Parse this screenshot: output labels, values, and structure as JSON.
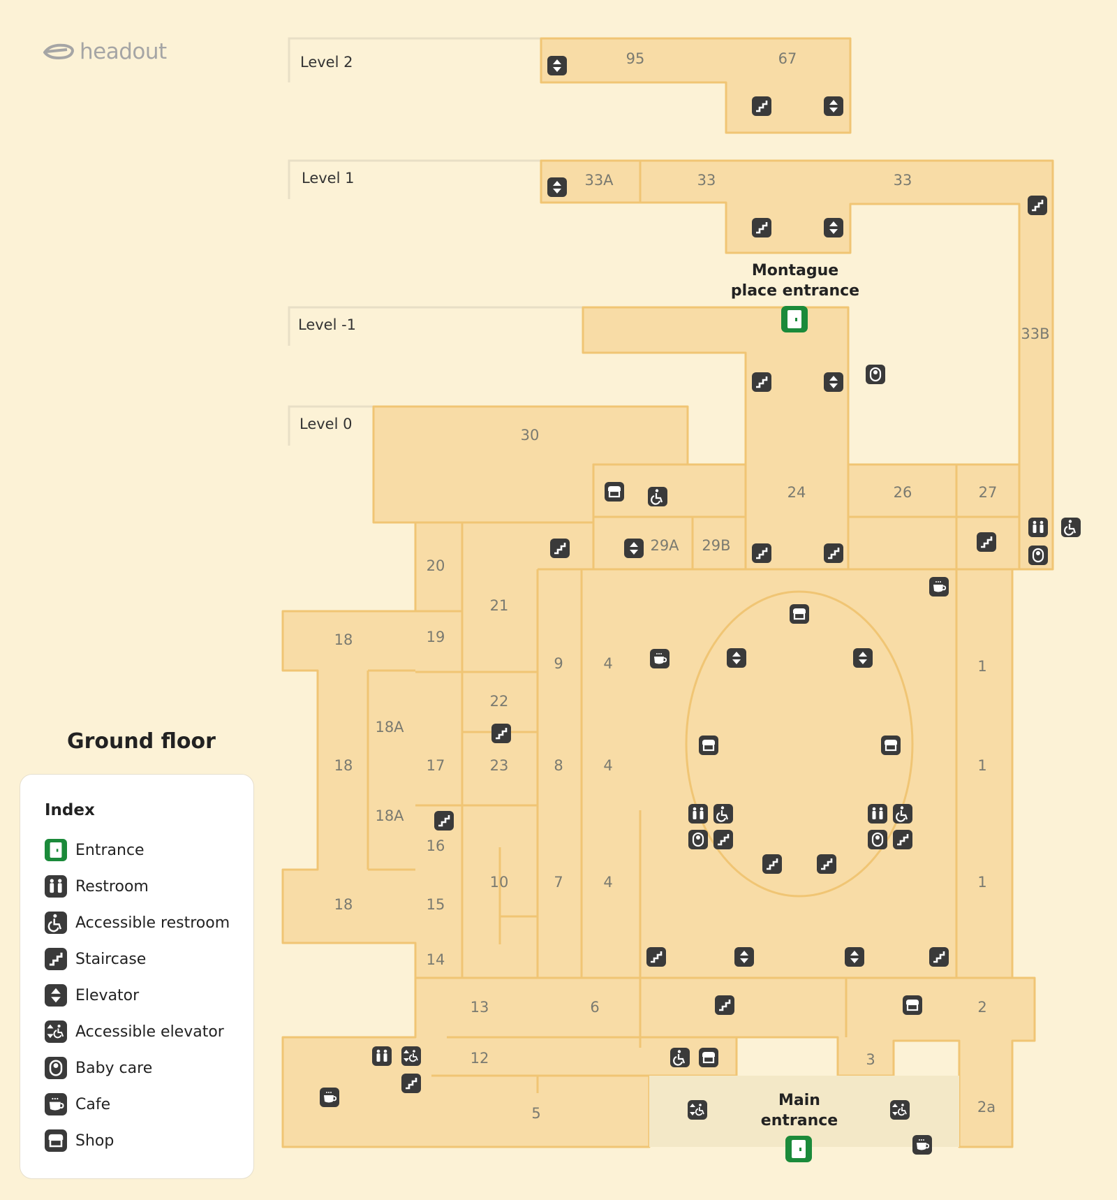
{
  "brand": {
    "name": "headout"
  },
  "map": {
    "title": "Ground floor",
    "levels": [
      "Level 2",
      "Level 1",
      "Level -1",
      "Level 0"
    ],
    "rooms": [
      "95",
      "67",
      "33A",
      "33",
      "33",
      "33B",
      "30",
      "24",
      "26",
      "27",
      "29A",
      "29B",
      "20",
      "21",
      "19",
      "18",
      "18",
      "18",
      "18A",
      "18A",
      "9",
      "4",
      "4",
      "4",
      "22",
      "17",
      "23",
      "8",
      "16",
      "15",
      "14",
      "10",
      "7",
      "1",
      "1",
      "1",
      "2",
      "2a",
      "13",
      "6",
      "12",
      "3",
      "5"
    ],
    "annotations": {
      "montague_entrance": [
        "Montague",
        "place entrance"
      ],
      "main_entrance": [
        "Main",
        "entrance"
      ]
    },
    "colors": {
      "background": "#fcf2d6",
      "room_fill": "#f8dca6",
      "room_stroke": "#f0c574",
      "entrance_area": "#f3e8c7",
      "icon_dark": "#3a3a3a",
      "entrance_green": "#1b8a3a"
    }
  },
  "index": {
    "title": "Index",
    "items": [
      {
        "label": "Entrance",
        "icon": "entrance-icon"
      },
      {
        "label": "Restroom",
        "icon": "restroom-icon"
      },
      {
        "label": "Accessible restroom",
        "icon": "accessible-restroom-icon"
      },
      {
        "label": "Staircase",
        "icon": "staircase-icon"
      },
      {
        "label": "Elevator",
        "icon": "elevator-icon"
      },
      {
        "label": "Accessible elevator",
        "icon": "accessible-elevator-icon"
      },
      {
        "label": "Baby care",
        "icon": "baby-care-icon"
      },
      {
        "label": "Cafe",
        "icon": "cafe-icon"
      },
      {
        "label": "Shop",
        "icon": "shop-icon"
      }
    ]
  }
}
